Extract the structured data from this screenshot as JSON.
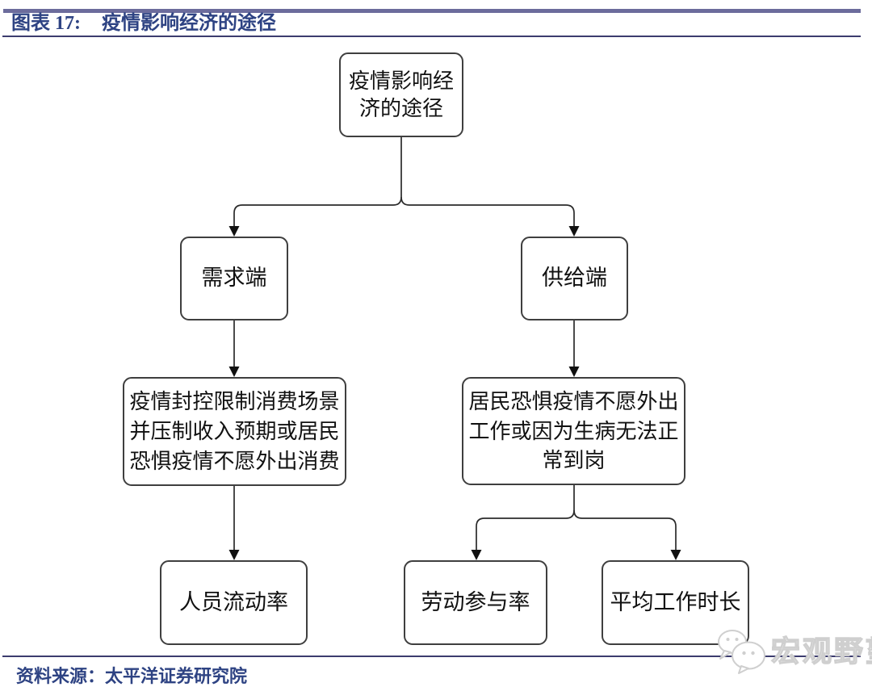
{
  "figure": {
    "label": "图表 17:",
    "title": "疫情影响经济的途径",
    "source_label": "资料来源：",
    "source": "太平洋证券研究院"
  },
  "flowchart": {
    "nodes": {
      "root": "疫情影响经济的途径",
      "demand": "需求端",
      "supply": "供给端",
      "demand_detail": "疫情封控限制消费场景并压制收入预期或居民恐惧疫情不愿外出消费",
      "supply_detail": "居民恐惧疫情不愿外出工作或因为生病无法正常到岗",
      "mobility": "人员流动率",
      "participation": "劳动参与率",
      "hours": "平均工作时长"
    },
    "edges": [
      {
        "from": "root",
        "to": "demand"
      },
      {
        "from": "root",
        "to": "supply"
      },
      {
        "from": "demand",
        "to": "demand_detail"
      },
      {
        "from": "supply",
        "to": "supply_detail"
      },
      {
        "from": "demand_detail",
        "to": "mobility"
      },
      {
        "from": "supply_detail",
        "to": "participation"
      },
      {
        "from": "supply_detail",
        "to": "hours"
      }
    ]
  },
  "watermark": {
    "text": "宏观野望",
    "icon": "wechat-bubbles-icon"
  },
  "colors": {
    "title_navy": "#2e4383",
    "rule_thick_purple": "#6c6c9c",
    "rule_thin_navy": "#3c3c6e",
    "box_border": "#3f3f3f",
    "connector": "#2b2b2b",
    "watermark_gray": "#cfcfcf"
  }
}
